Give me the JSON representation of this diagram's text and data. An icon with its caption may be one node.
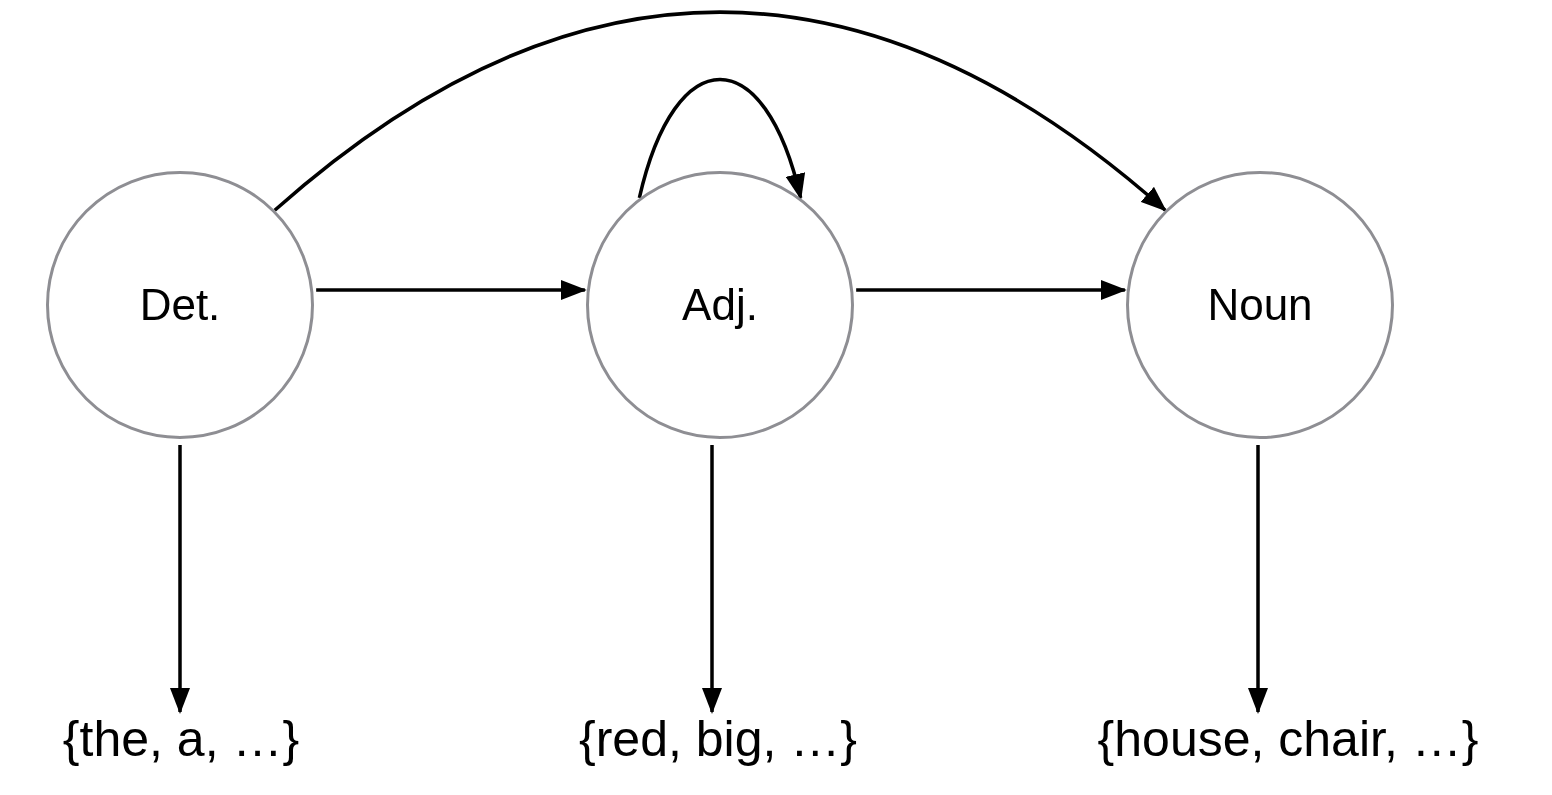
{
  "diagram": {
    "nodes": [
      {
        "text": [
          "Det."
        ]
      },
      {
        "text": [
          "Adj."
        ]
      },
      {
        "text": [
          "Noun"
        ]
      },
      {
        "text": [
          "{the, a, …}"
        ]
      },
      {
        "text": [
          "{red, big, …}"
        ]
      },
      {
        "text": [
          "{house, chair, …}"
        ]
      }
    ],
    "edges": [
      {
        "from": 0,
        "to": 1,
        "arrow": "to"
      },
      {
        "from": 1,
        "to": 2,
        "arrow": "to"
      },
      {
        "from": 0,
        "to": 2,
        "arrow": "to"
      },
      {
        "from": 1,
        "to": 1,
        "arrow": "to"
      },
      {
        "from": 0,
        "to": 3,
        "arrow": "to"
      },
      {
        "from": 1,
        "to": 4,
        "arrow": "to"
      },
      {
        "from": 2,
        "to": 5,
        "arrow": "to"
      }
    ]
  }
}
